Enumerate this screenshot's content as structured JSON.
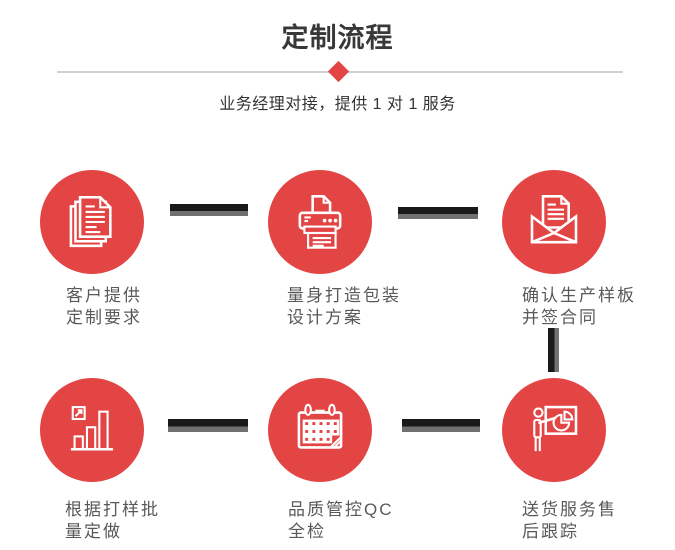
{
  "header": {
    "title": "定制流程",
    "subtitle": "业务经理对接，提供 1 对 1 服务"
  },
  "steps": [
    {
      "icon": "documents-icon",
      "label_line1": "客户提供",
      "label_line2": "定制要求"
    },
    {
      "icon": "printer-icon",
      "label_line1": "量身打造包装",
      "label_line2": "设计方案"
    },
    {
      "icon": "envelope-icon",
      "label_line1": "确认生产样板",
      "label_line2": "并签合同"
    },
    {
      "icon": "bar-chart-icon",
      "label_line1": "根据打样批",
      "label_line2": "量定做"
    },
    {
      "icon": "calendar-icon",
      "label_line1": "品质管控QC",
      "label_line2": "全检"
    },
    {
      "icon": "presentation-icon",
      "label_line1": "送货服务售",
      "label_line2": "后跟踪"
    }
  ],
  "colors": {
    "accent_red": "#e34444",
    "connector_dark": "#191919",
    "connector_gray": "#707070",
    "divider_gray": "#cfcfcf",
    "title_text": "#383838",
    "label_text": "#595959"
  }
}
